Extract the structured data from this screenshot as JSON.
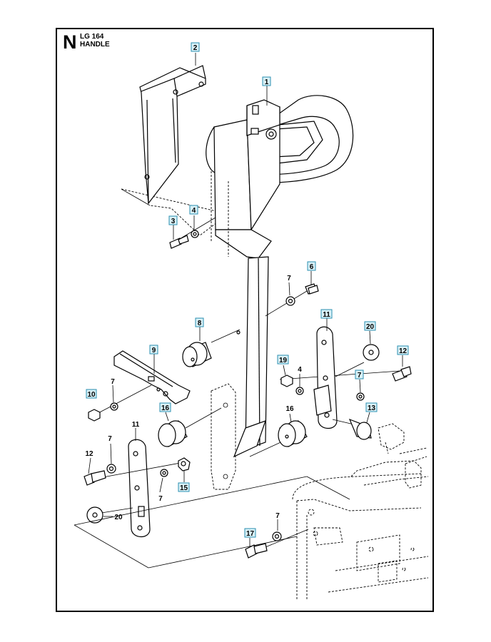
{
  "header": {
    "section_letter": "N",
    "model": "LG 164",
    "assembly_name": "HANDLE"
  },
  "callouts": [
    {
      "id": "c1",
      "text": "1",
      "boxed": true
    },
    {
      "id": "c2",
      "text": "2",
      "boxed": true
    },
    {
      "id": "c3",
      "text": "3",
      "boxed": true
    },
    {
      "id": "c4",
      "text": "4",
      "boxed": true
    },
    {
      "id": "c6",
      "text": "6",
      "boxed": true
    },
    {
      "id": "c7a",
      "text": "7",
      "boxed": false
    },
    {
      "id": "c8",
      "text": "8",
      "boxed": true
    },
    {
      "id": "c9",
      "text": "9",
      "boxed": true
    },
    {
      "id": "c7b",
      "text": "7",
      "boxed": false
    },
    {
      "id": "c10",
      "text": "10",
      "boxed": true
    },
    {
      "id": "c16a",
      "text": "16",
      "boxed": true
    },
    {
      "id": "c11a",
      "text": "11",
      "boxed": true
    },
    {
      "id": "c20a",
      "text": "20",
      "boxed": true
    },
    {
      "id": "c12a",
      "text": "12",
      "boxed": true
    },
    {
      "id": "c19",
      "text": "19",
      "boxed": true
    },
    {
      "id": "c4b",
      "text": "4",
      "boxed": false
    },
    {
      "id": "c7c",
      "text": "7",
      "boxed": true
    },
    {
      "id": "c16b",
      "text": "16",
      "boxed": false
    },
    {
      "id": "c13",
      "text": "13",
      "boxed": true
    },
    {
      "id": "c11b",
      "text": "11",
      "boxed": false
    },
    {
      "id": "c7d",
      "text": "7",
      "boxed": false
    },
    {
      "id": "c12b",
      "text": "12",
      "boxed": false
    },
    {
      "id": "c15",
      "text": "15",
      "boxed": true
    },
    {
      "id": "c7e",
      "text": "7",
      "boxed": false
    },
    {
      "id": "c20b",
      "text": "20",
      "boxed": false
    },
    {
      "id": "c17",
      "text": "17",
      "boxed": true
    },
    {
      "id": "c7f",
      "text": "7",
      "boxed": false
    }
  ]
}
